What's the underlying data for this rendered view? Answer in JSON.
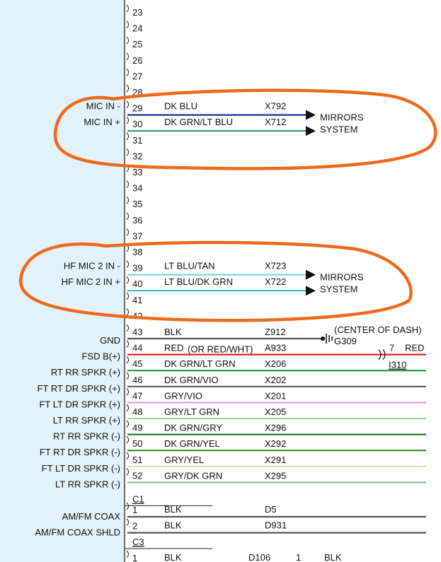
{
  "colors": {
    "panel": "#e3f1fa",
    "annotation": "#ee6a1c",
    "ink": "#111111"
  },
  "top_pins": [
    "23",
    "24",
    "25",
    "26",
    "27",
    "28"
  ],
  "group1": {
    "pins_blank_before": [],
    "wires": [
      {
        "pin": "29",
        "label": "MIC IN -",
        "color": "DK BLU",
        "circuit": "X792",
        "wire_color": "#1f2a8c"
      },
      {
        "pin": "30",
        "label": "MIC IN +",
        "color": "DK GRN/LT BLU",
        "circuit": "X712",
        "wire_color": "#1b9f77"
      }
    ],
    "dest": [
      "MIRRORS",
      "SYSTEM"
    ],
    "pins_after": [
      "31",
      "32"
    ]
  },
  "mid_pins": [
    "33",
    "34",
    "35",
    "36",
    "37",
    "38"
  ],
  "group2": {
    "wires": [
      {
        "pin": "39",
        "label": "HF MIC 2 IN -",
        "color": "LT BLU/TAN",
        "circuit": "X723",
        "wire_color": "#7fd6d6"
      },
      {
        "pin": "40",
        "label": "HF MIC 2 IN +",
        "color": "LT BLU/DK GRN",
        "circuit": "X722",
        "wire_color": "#3bbcbc"
      }
    ],
    "dest": [
      "MIRRORS",
      "SYSTEM"
    ],
    "pins_after": [
      "41",
      "42"
    ]
  },
  "lower_wires": [
    {
      "pin": "43",
      "label": "GND",
      "color": "BLK",
      "circuit": "Z912",
      "wire_color": "#555555"
    },
    {
      "pin": "44",
      "label": "FSD B(+)",
      "color": "RED",
      "circuit": "A933",
      "wire_color": "#e02020"
    },
    {
      "pin": "45",
      "label": "RT RR SPKR (+)",
      "color": "DK GRN/LT GRN",
      "circuit": "X206",
      "wire_color": "#1f9e3a"
    },
    {
      "pin": "46",
      "label": "FT RT DR SPKR (+)",
      "color": "DK GRN/VIO",
      "circuit": "X202",
      "wire_color": "#555f55"
    },
    {
      "pin": "47",
      "label": "FT LT DR SPKR (+)",
      "color": "GRY/VIO",
      "circuit": "X201",
      "wire_color": "#d9a6e0"
    },
    {
      "pin": "48",
      "label": "LT RR SPKR (+)",
      "color": "GRY/LT GRN",
      "circuit": "X205",
      "wire_color": "#9fd9a6"
    },
    {
      "pin": "49",
      "label": "RT RR SPKR (-)",
      "color": "DK GRN/GRY",
      "circuit": "X296",
      "wire_color": "#2e7a3a"
    },
    {
      "pin": "50",
      "label": "FT RT DR SPKR (-)",
      "color": "DK GRN/YEL",
      "circuit": "X292",
      "wire_color": "#2f8f2f"
    },
    {
      "pin": "51",
      "label": "FT LT DR SPKR (-)",
      "color": "GRY/YEL",
      "circuit": "X291",
      "wire_color": "#e3e0a8"
    },
    {
      "pin": "52",
      "label": "LT RR SPKR (-)",
      "color": "GRY/DK GRN",
      "circuit": "X295",
      "wire_color": "#8fbf9a"
    }
  ],
  "gnd_note": {
    "text": "(CENTER OF DASH)",
    "ground": "G309"
  },
  "fsd_extra": {
    "alt": "(OR RED/WHT)",
    "pin": "7",
    "color": "RED",
    "ref": "I310"
  },
  "c1": {
    "name": "C1",
    "wires": [
      {
        "pin": "1",
        "label": "AM/FM COAX",
        "color": "BLK",
        "circuit": "D5"
      },
      {
        "pin": "2",
        "label": "AM/FM COAX SHLD",
        "color": "BLK",
        "circuit": "D931"
      }
    ]
  },
  "c3": {
    "name": "C3",
    "row": {
      "pin": "1",
      "color": "BLK",
      "circuit": "D106",
      "pin2": "1",
      "color2": "BLK"
    }
  }
}
